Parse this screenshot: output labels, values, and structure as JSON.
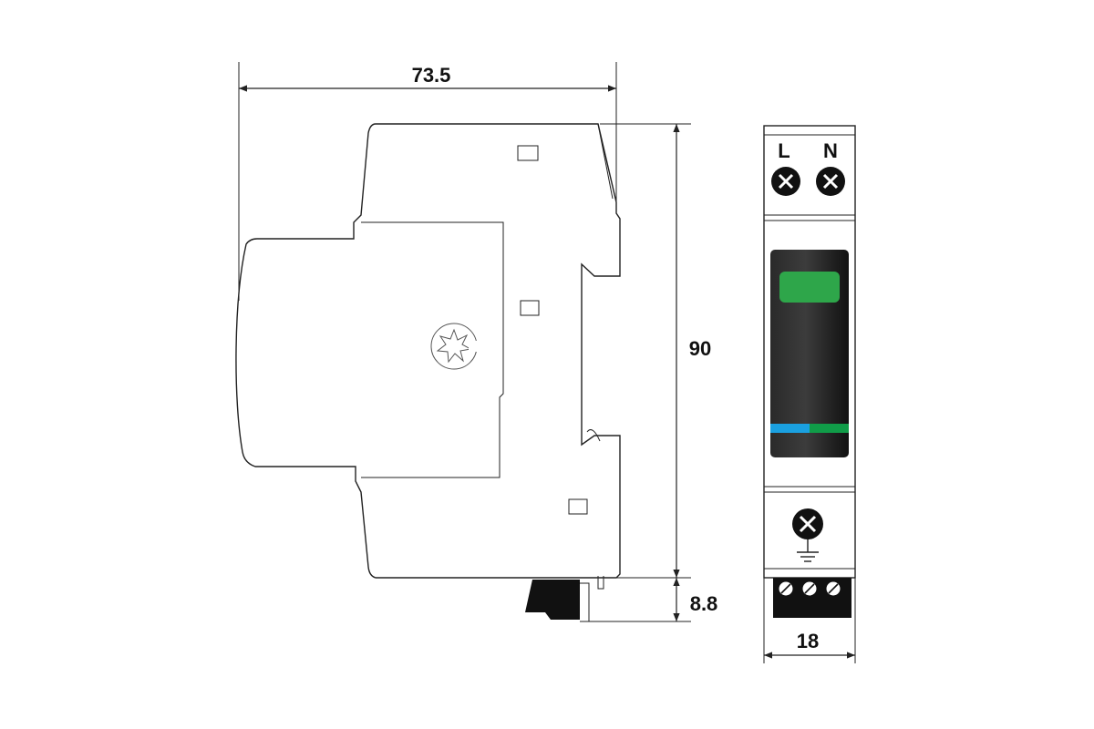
{
  "dimensions": {
    "width_overall": "73.5",
    "height": "90",
    "rail_depth": "8.8",
    "module_width": "18"
  },
  "terminals": {
    "line": "L",
    "neutral": "N"
  },
  "colors": {
    "indicator_window": "#2ea64a",
    "front_panel": "#161616",
    "stripe_blue": "#1aa0e0",
    "stripe_green": "#109c48"
  },
  "icons": [
    "screw-icon",
    "ground-icon",
    "flash-logo-icon"
  ]
}
